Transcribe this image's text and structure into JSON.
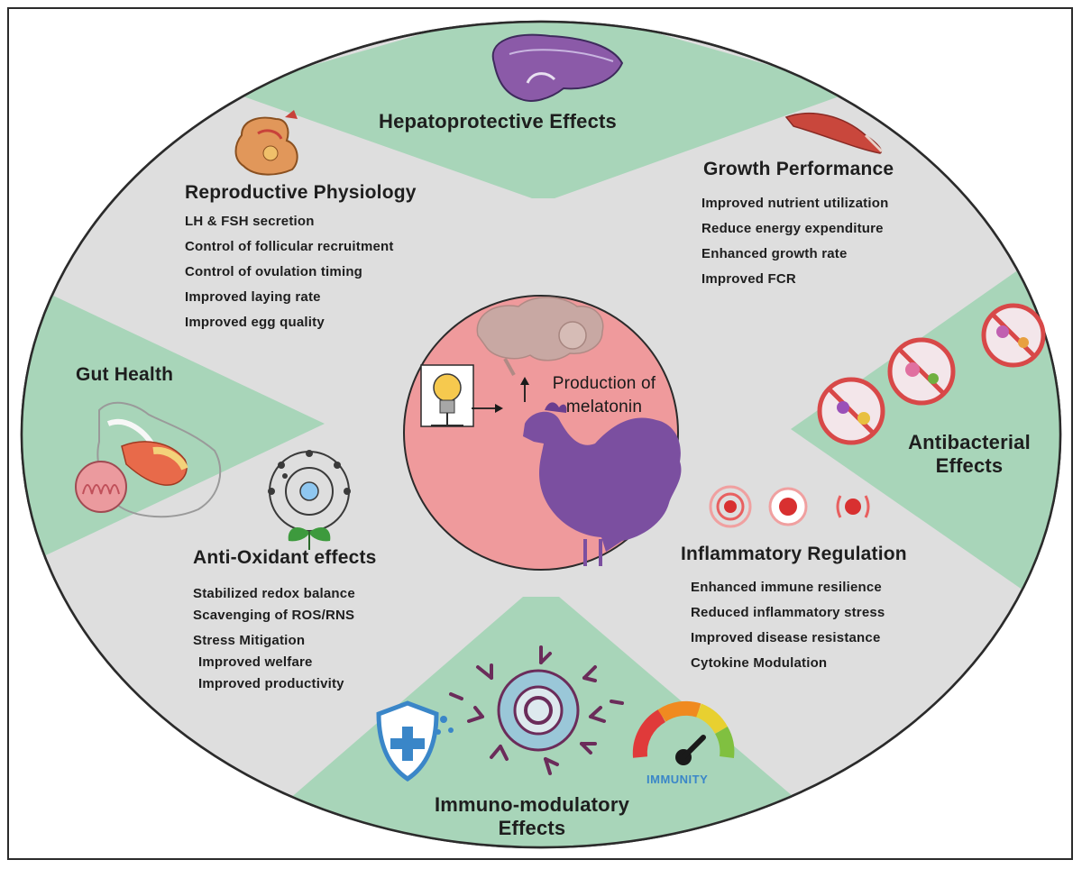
{
  "center": {
    "label_line1": "Production of",
    "label_line2": "melatonin"
  },
  "sections": {
    "hepatoprotective": {
      "title": "Hepatoprotective Effects"
    },
    "reproductive": {
      "title": "Reproductive Physiology",
      "items": [
        "LH & FSH secretion",
        "Control of follicular recruitment",
        "Control of ovulation timing",
        "Improved laying rate",
        "Improved egg quality"
      ]
    },
    "growth": {
      "title": "Growth Performance",
      "items": [
        "Improved nutrient utilization",
        "Reduce energy expenditure",
        "Enhanced growth rate",
        "Improved FCR"
      ]
    },
    "gut": {
      "title": "Gut Health"
    },
    "antibacterial": {
      "title_line1": "Antibacterial",
      "title_line2": "Effects"
    },
    "antioxidant": {
      "title": "Anti-Oxidant effects",
      "items": [
        "Stabilized redox balance",
        "Scavenging of ROS/RNS",
        "Stress Mitigation",
        "Improved welfare",
        "Improved  productivity"
      ]
    },
    "inflammatory": {
      "title": "Inflammatory Regulation",
      "items": [
        "Enhanced immune resilience",
        "Reduced inflammatory stress",
        "Improved disease resistance",
        "Cytokine Modulation"
      ]
    },
    "immuno": {
      "title_line1": "Immuno-modulatory",
      "title_line2": "Effects",
      "gauge_label": "IMMUNITY"
    }
  },
  "colors": {
    "green": "#a8d5b9",
    "grey": "#dedede",
    "pink": "#ef9a9c",
    "purple": "#7b4fa0"
  },
  "icons": [
    "liver-icon",
    "hen-anatomy-icon",
    "muscle-icon",
    "gut-anatomy-icon",
    "bacteria-prohibited-icon",
    "atom-leaf-icon",
    "inflammation-rings-icon",
    "antibody-virus-icon",
    "shield-plus-icon",
    "immunity-gauge-icon",
    "brain-icon",
    "light-bulb-icon",
    "hen-silhouette-icon"
  ]
}
